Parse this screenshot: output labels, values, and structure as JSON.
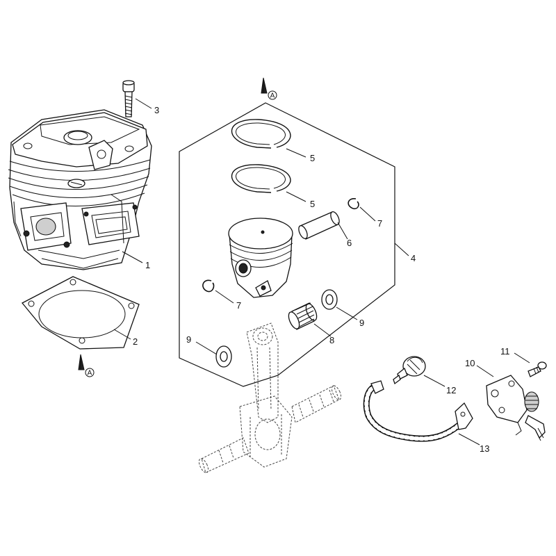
{
  "callouts": [
    {
      "id": "1",
      "text": "1"
    },
    {
      "id": "2",
      "text": "2"
    },
    {
      "id": "3",
      "text": "3"
    },
    {
      "id": "4",
      "text": "4"
    },
    {
      "id": "5a",
      "text": "5"
    },
    {
      "id": "5b",
      "text": "5"
    },
    {
      "id": "6",
      "text": "6"
    },
    {
      "id": "7a",
      "text": "7"
    },
    {
      "id": "7b",
      "text": "7"
    },
    {
      "id": "8",
      "text": "8"
    },
    {
      "id": "9a",
      "text": "9"
    },
    {
      "id": "9b",
      "text": "9"
    },
    {
      "id": "10",
      "text": "10"
    },
    {
      "id": "11",
      "text": "11"
    },
    {
      "id": "12",
      "text": "12"
    },
    {
      "id": "13",
      "text": "13"
    }
  ],
  "reference_marks": [
    {
      "id": "top",
      "text": "A"
    },
    {
      "id": "bottom",
      "text": "A"
    }
  ]
}
